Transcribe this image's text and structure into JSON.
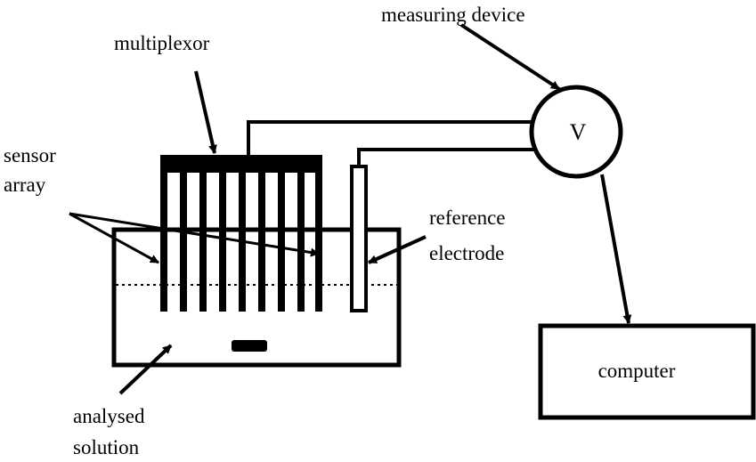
{
  "labels": {
    "measuring_device": "measuring device",
    "multiplexor": "multiplexor",
    "sensor_line1": "sensor",
    "sensor_line2": "array",
    "reference_line1": "reference",
    "reference_line2": "electrode",
    "voltmeter_symbol": "V",
    "computer": "computer",
    "analysed_line1": "analysed",
    "analysed_line2": "solution"
  },
  "colors": {
    "stroke": "#000000",
    "background": "#ffffff"
  }
}
